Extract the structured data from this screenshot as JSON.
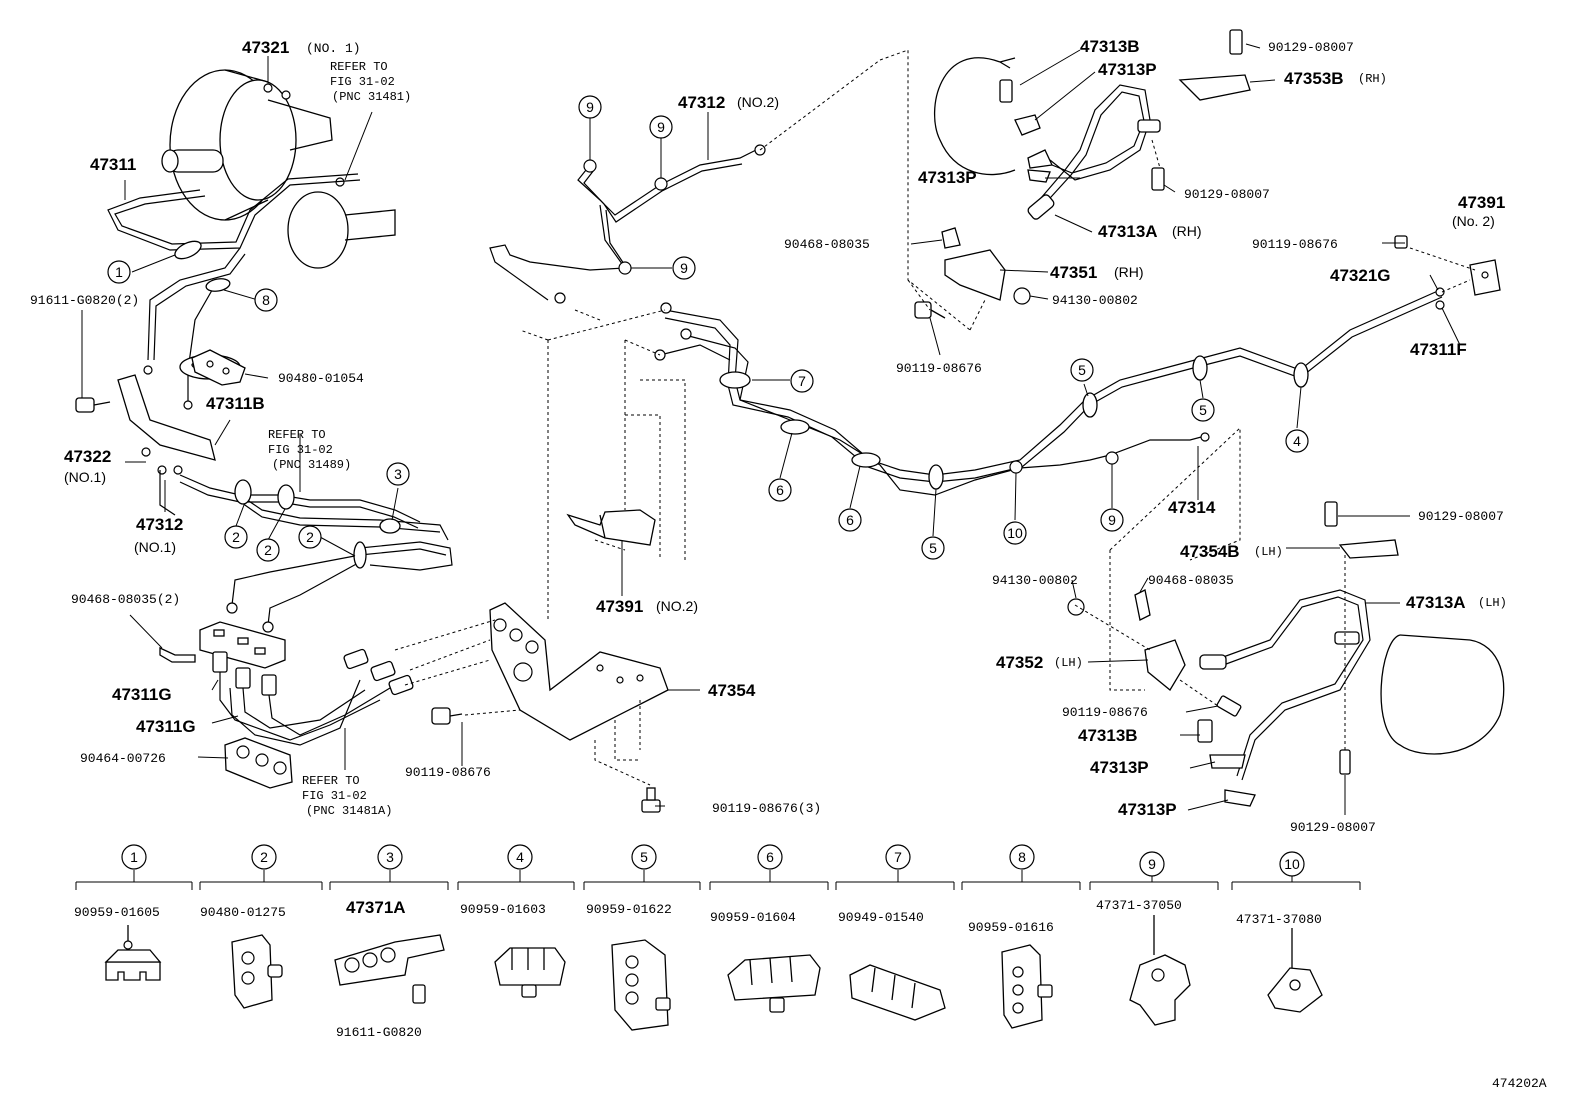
{
  "diagram_id": "474202A",
  "labels": {
    "p47321_no1": "47321",
    "p47321_no1_suffix": "(NO. 1)",
    "refer_a": [
      "REFER TO",
      "FIG 31-02",
      "(PNC 31481)"
    ],
    "p47311": "47311",
    "p91611_g0820_2": "91611-G0820(2)",
    "p90480_01054": "90480-01054",
    "p47311b": "47311B",
    "refer_b": [
      "REFER TO",
      "FIG 31-02",
      "(PNC 31489)"
    ],
    "p47322": "47322",
    "p47322_suffix": "(NO.1)",
    "p47312_no1": "47312",
    "p47312_no1_suffix": "(NO.1)",
    "p90468_08035_2": "90468-08035(2)",
    "p47311g_a": "47311G",
    "p47311g_b": "47311G",
    "p90464_00726": "90464-00726",
    "refer_c": [
      "REFER TO",
      "FIG 31-02",
      "(PNC 31481A)"
    ],
    "p90119_08676_a": "90119-08676",
    "p90119_08676_3": "90119-08676(3)",
    "p47354": "47354",
    "p47391_no2": "47391",
    "p47391_no2_suffix": "(NO.2)",
    "p47312_no2": "47312",
    "p47312_no2_suffix": "(NO.2)",
    "p47313b_top": "47313B",
    "p47313p_top": "47313P",
    "p47313p_mid": "47313P",
    "p90129_08007_a": "90129-08007",
    "p47353b": "47353B",
    "p47353b_suffix": "(RH)",
    "p90129_08007_b": "90129-08007",
    "p47313a_rh": "47313A",
    "p47313a_rh_suffix": "(RH)",
    "p90468_08035_a": "90468-08035",
    "p47351": "47351",
    "p47351_suffix": "(RH)",
    "p94130_00802_a": "94130-00802",
    "p90119_08676_b": "90119-08676",
    "p47391_r": "47391",
    "p47391_r_suffix": "(No. 2)",
    "p90119_08676_c": "90119-08676",
    "p47321g": "47321G",
    "p47311f": "47311F",
    "p47314": "47314",
    "p90129_08007_c": "90129-08007",
    "p47354b": "47354B",
    "p47354b_suffix": "(LH)",
    "p94130_00802_b": "94130-00802",
    "p90468_08035_b": "90468-08035",
    "p47313a_lh": "47313A",
    "p47313a_lh_suffix": "(LH)",
    "p47352": "47352",
    "p47352_suffix": "(LH)",
    "p90119_08676_d": "90119-08676",
    "p47313b_bot": "47313B",
    "p47313p_bot1": "47313P",
    "p47313p_bot2": "47313P",
    "p90129_08007_d": "90129-08007"
  },
  "callouts": [
    "1",
    "2",
    "2",
    "2",
    "3",
    "8",
    "9",
    "9",
    "9",
    "7",
    "6",
    "6",
    "5",
    "5",
    "5",
    "10",
    "9",
    "4"
  ],
  "legend": [
    {
      "num": "1",
      "part": "90959-01605"
    },
    {
      "num": "2",
      "part": "90480-01275"
    },
    {
      "num": "3",
      "part": "47371A",
      "extra": "91611-G0820"
    },
    {
      "num": "4",
      "part": "90959-01603"
    },
    {
      "num": "5",
      "part": "90959-01622"
    },
    {
      "num": "6",
      "part": "90959-01604"
    },
    {
      "num": "7",
      "part": "90949-01540"
    },
    {
      "num": "8",
      "part": "90959-01616"
    },
    {
      "num": "9",
      "part": "47371-37050"
    },
    {
      "num": "10",
      "part": "47371-37080"
    }
  ]
}
